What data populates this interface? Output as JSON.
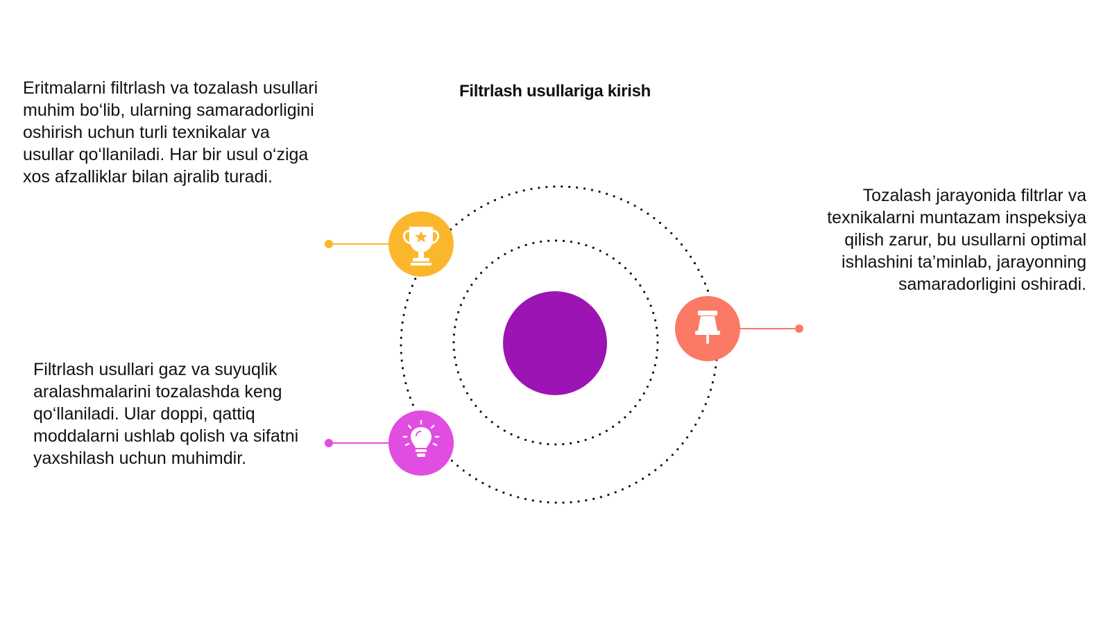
{
  "title": "Filtrlash usullariga kirish",
  "colors": {
    "center": "#9c14b4",
    "trophy": "#fbb72c",
    "pin": "#fb7a66",
    "bulb": "#e04de0",
    "orbit": "#111111"
  },
  "items": [
    {
      "icon": "trophy-icon",
      "text": "Eritmalarni filtrlash va tozalash usullari muhim bo‘lib, ularning samaradorligini oshirish uchun turli texnikalar va usullar qo‘llaniladi. Har bir usul o‘ziga xos afzalliklar bilan ajralib turadi."
    },
    {
      "icon": "pin-icon",
      "text": "Tozalash jarayonida filtrlar va texnikalarni muntazam inspeksiya qilish zarur, bu usullarni optimal ishlashini ta’minlab, jarayonning samaradorligini oshiradi."
    },
    {
      "icon": "lightbulb-icon",
      "text": "Filtrlash usullari gaz va suyuqlik aralashmalarini tozalashda keng qo‘llaniladi. Ular doppi, qattiq moddalarni ushlab qolish va sifatni yaxshilash uchun muhimdir."
    }
  ]
}
